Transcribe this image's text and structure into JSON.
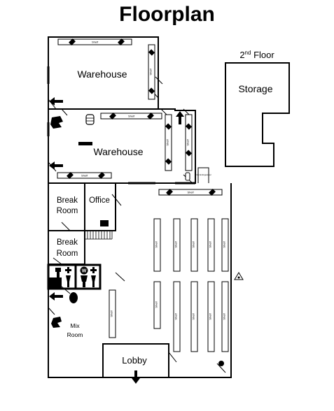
{
  "title": "Floorplan",
  "floor2": {
    "label_main": "2",
    "label_sup": "nd",
    "label_rest": " Floor"
  },
  "rooms": {
    "warehouse_top": "Warehouse",
    "warehouse_mid": "Warehouse",
    "storage": "Storage",
    "break_room_1_line1": "Break",
    "break_room_1_line2": "Room",
    "office": "Office",
    "break_room_2_line1": "Break",
    "break_room_2_line2": "Room",
    "mix_room_line1": "Mix",
    "mix_room_line2": "Room",
    "lobby": "Lobby"
  },
  "shelf_label": "Shelf",
  "small_labels": {
    "w_marker": "W",
    "extinguisher_note": "Fire Extinguisher"
  }
}
